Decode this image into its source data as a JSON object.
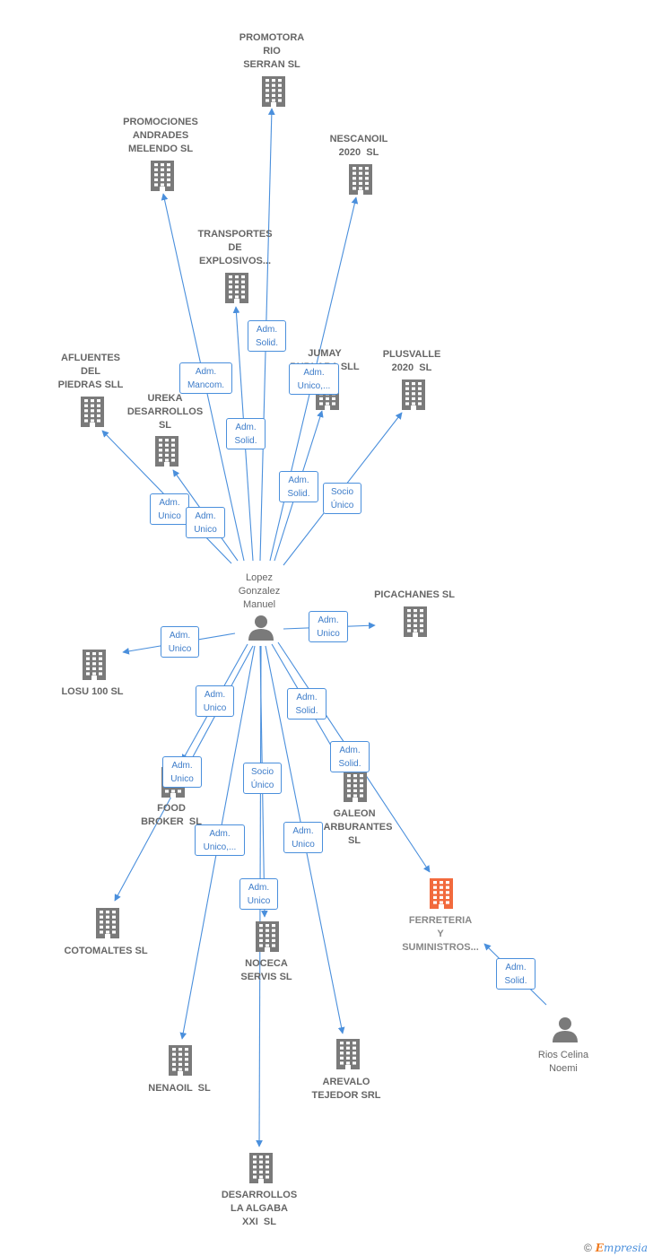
{
  "center": {
    "label": [
      "Lopez",
      "Gonzalez",
      "Manuel"
    ]
  },
  "nodes": [
    {
      "id": "promotora",
      "kind": "company",
      "label": [
        "PROMOTORA",
        "RIO",
        "SERRAN SL"
      ]
    },
    {
      "id": "promociones",
      "kind": "company",
      "label": [
        "PROMOCIONES",
        "ANDRADES",
        "MELENDO SL"
      ]
    },
    {
      "id": "nescanoil",
      "kind": "company",
      "label": [
        "NESCANOIL",
        "2020  SL"
      ]
    },
    {
      "id": "transportes",
      "kind": "company",
      "label": [
        "TRANSPORTES",
        "DE",
        "EXPLOSIVOS..."
      ]
    },
    {
      "id": "jumay",
      "kind": "company",
      "label": [
        "JUMAY",
        "PUBLARA SLL"
      ]
    },
    {
      "id": "plusvalle",
      "kind": "company",
      "label": [
        "PLUSVALLE",
        "2020  SL"
      ]
    },
    {
      "id": "afluentes",
      "kind": "company",
      "label": [
        "AFLUENTES",
        "DEL",
        "PIEDRAS SLL"
      ]
    },
    {
      "id": "ureka",
      "kind": "company",
      "label": [
        "UREKA",
        "DESARROLLOS",
        "SL"
      ]
    },
    {
      "id": "picachanes",
      "kind": "company",
      "label": [
        "PICACHANES SL"
      ]
    },
    {
      "id": "losu",
      "kind": "company",
      "label": [
        "LOSU 100 SL"
      ]
    },
    {
      "id": "food",
      "kind": "company",
      "label": [
        "FOOD",
        "BROKER  SL"
      ]
    },
    {
      "id": "galeon",
      "kind": "company",
      "label": [
        "GALEON",
        "CARBURANTES",
        "SL"
      ]
    },
    {
      "id": "ferreteria",
      "kind": "company-highlight",
      "label": [
        "FERRETERIA",
        "Y",
        "SUMINISTROS..."
      ]
    },
    {
      "id": "cotomaltes",
      "kind": "company",
      "label": [
        "COTOMALTES SL"
      ]
    },
    {
      "id": "noceca",
      "kind": "company",
      "label": [
        "NOCECA",
        "SERVIS SL"
      ]
    },
    {
      "id": "nenaoil",
      "kind": "company",
      "label": [
        "NENAOIL  SL"
      ]
    },
    {
      "id": "arevalo",
      "kind": "company",
      "label": [
        "AREVALO",
        "TEJEDOR SRL"
      ]
    },
    {
      "id": "desarrollos",
      "kind": "company",
      "label": [
        "DESARROLLOS",
        "LA ALGABA",
        "XXI  SL"
      ]
    },
    {
      "id": "rios",
      "kind": "person",
      "label": [
        "Rios Celina",
        "Noemi"
      ]
    }
  ],
  "edges": [
    {
      "from": "center",
      "to": "promotora",
      "label": [
        "Adm.",
        "Solid."
      ]
    },
    {
      "from": "center",
      "to": "promociones",
      "label": [
        "Adm.",
        "Mancom."
      ]
    },
    {
      "from": "center",
      "to": "nescanoil",
      "label": [
        "Adm.",
        "Unico,..."
      ]
    },
    {
      "from": "center",
      "to": "transportes",
      "label": [
        "Adm.",
        "Solid."
      ]
    },
    {
      "from": "center",
      "to": "jumay",
      "label": [
        "Adm.",
        "Solid."
      ]
    },
    {
      "from": "center",
      "to": "plusvalle",
      "label": [
        "Socio",
        "Único"
      ]
    },
    {
      "from": "center",
      "to": "afluentes",
      "label": [
        "Adm.",
        "Unico"
      ]
    },
    {
      "from": "center",
      "to": "ureka",
      "label": [
        "Adm.",
        "Unico"
      ]
    },
    {
      "from": "center",
      "to": "picachanes",
      "label": [
        "Adm.",
        "Unico"
      ]
    },
    {
      "from": "center",
      "to": "losu",
      "label": [
        "Adm.",
        "Unico"
      ]
    },
    {
      "from": "center",
      "to": "food",
      "label": [
        "Adm.",
        "Unico"
      ]
    },
    {
      "from": "center",
      "to": "galeon",
      "label": [
        "Adm.",
        "Solid."
      ]
    },
    {
      "from": "center",
      "to": "ferreteria",
      "label": [
        "Adm.",
        "Solid."
      ]
    },
    {
      "from": "center",
      "to": "cotomaltes",
      "label": [
        "Adm.",
        "Unico"
      ]
    },
    {
      "from": "center",
      "to": "noceca",
      "label": [
        "Socio",
        "Único"
      ]
    },
    {
      "from": "center",
      "to": "nenaoil",
      "label": [
        "Adm.",
        "Unico,..."
      ]
    },
    {
      "from": "center",
      "to": "arevalo",
      "label": [
        "Adm.",
        "Unico"
      ]
    },
    {
      "from": "center",
      "to": "desarrollos",
      "label": [
        "Adm.",
        "Unico"
      ]
    },
    {
      "from": "rios",
      "to": "ferreteria",
      "label": [
        "Adm.",
        "Solid."
      ]
    }
  ],
  "footer": {
    "copyright": "©",
    "brand_first": "E",
    "brand_rest": "mpresia"
  },
  "colors": {
    "company": "#7a7a7a",
    "highlight": "#f26a3d",
    "edge": "#4a8fdc",
    "person": "#7a7a7a"
  }
}
